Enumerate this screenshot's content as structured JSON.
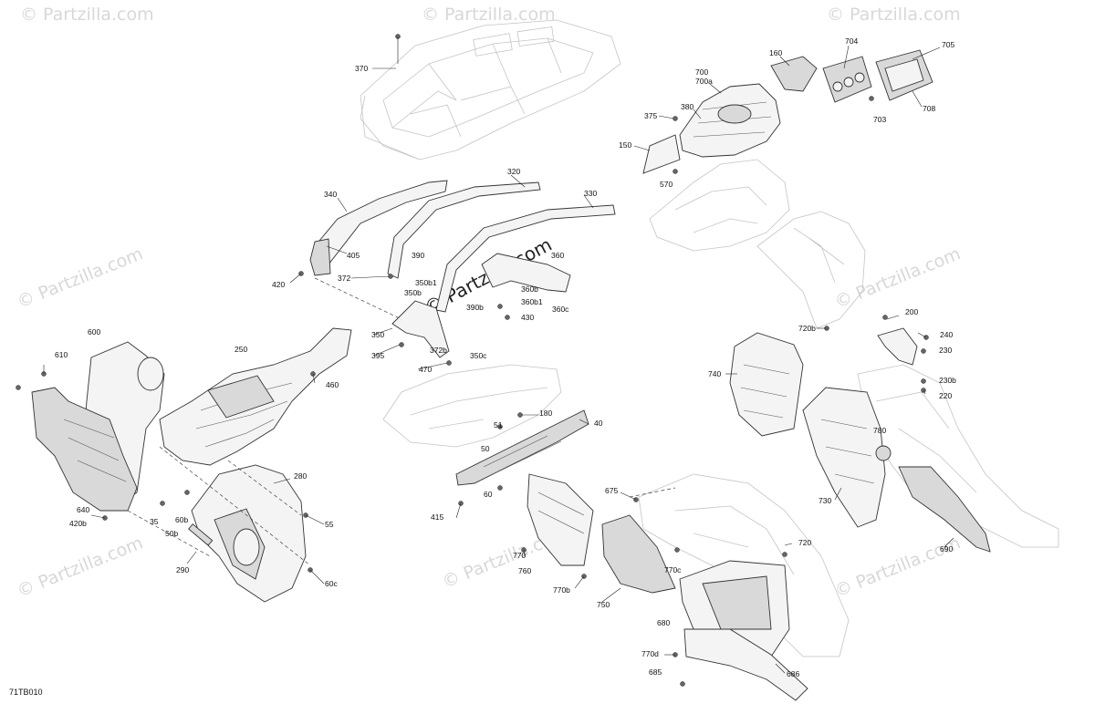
{
  "diagram_code": "71TB010",
  "watermark": {
    "text": "© Partzilla.com",
    "center_text": "© Partzilla.com"
  },
  "callouts": [
    "370",
    "160",
    "704",
    "705",
    "700",
    "700a",
    "375",
    "380",
    "150",
    "703",
    "708",
    "570",
    "320",
    "330",
    "340",
    "405",
    "390",
    "420",
    "372",
    "350b1",
    "350b",
    "360",
    "360b",
    "360b1",
    "360c",
    "390b",
    "430",
    "350",
    "395",
    "372b",
    "470",
    "350c",
    "600",
    "250",
    "610",
    "460",
    "180",
    "40",
    "51",
    "50",
    "60",
    "640",
    "420b",
    "35",
    "60b",
    "50b",
    "290",
    "280",
    "55",
    "60c",
    "415",
    "675",
    "720",
    "770",
    "760",
    "770b",
    "770c",
    "750",
    "680",
    "770d",
    "685",
    "686",
    "200",
    "240",
    "230",
    "230b",
    "220",
    "740",
    "780",
    "730",
    "690",
    "720b"
  ]
}
